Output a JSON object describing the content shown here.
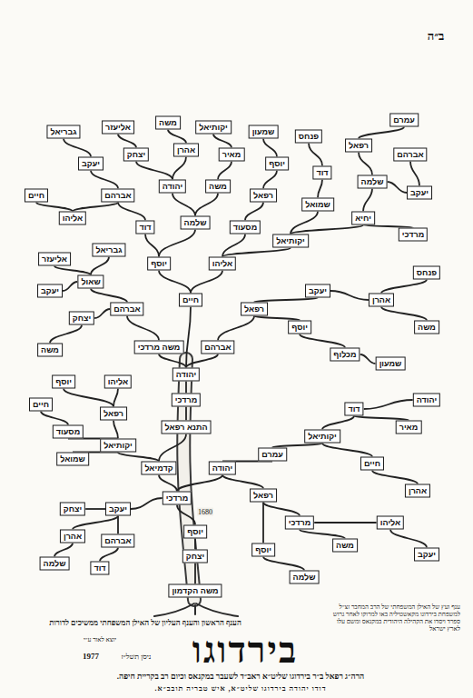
{
  "diagram": {
    "title": "בירדוגו",
    "nodes": [
      {
        "text": [
          "משה הקדמון"
        ]
      },
      {
        "text": [
          "יצחק"
        ]
      },
      {
        "text": [
          "יוסף"
        ]
      },
      {
        "text": [
          "מרדכי"
        ]
      },
      {
        "text": [
          "קדמיאל"
        ]
      },
      {
        "text": [
          "יהודה"
        ]
      },
      {
        "text": [
          "התנא רפאל"
        ]
      },
      {
        "text": [
          "מרדכי"
        ]
      },
      {
        "text": [
          "יהודה"
        ]
      },
      {
        "text": [
          "משה מרדכי"
        ]
      },
      {
        "text": [
          "אברהם"
        ]
      },
      {
        "text": [
          "יעקב"
        ]
      },
      {
        "text": [
          "אהרן"
        ]
      },
      {
        "text": [
          "יצחק"
        ]
      },
      {
        "text": [
          "אברהם"
        ]
      },
      {
        "text": [
          "שלמה"
        ]
      },
      {
        "text": [
          "דוד"
        ]
      },
      {
        "text": [
          "יקותיאל"
        ]
      },
      {
        "text": [
          "מסעוד"
        ]
      },
      {
        "text": [
          "שמואל"
        ]
      },
      {
        "text": [
          "רפאל"
        ]
      },
      {
        "text": [
          "חיים"
        ]
      },
      {
        "text": [
          "יוסף"
        ]
      },
      {
        "text": [
          "אליהו"
        ]
      },
      {
        "text": [
          "רפאל"
        ]
      },
      {
        "text": [
          "מרדכי"
        ]
      },
      {
        "text": [
          "יוסף"
        ]
      },
      {
        "text": [
          "משה"
        ]
      },
      {
        "text": [
          "אליהו"
        ]
      },
      {
        "text": [
          "יעקב"
        ]
      },
      {
        "text": [
          "שלמה"
        ]
      },
      {
        "text": [
          "עמרם"
        ]
      },
      {
        "text": [
          "יקותיאל"
        ]
      },
      {
        "text": [
          "חיים"
        ]
      },
      {
        "text": [
          "אהרן"
        ]
      },
      {
        "text": [
          "דוד"
        ]
      },
      {
        "text": [
          "מאיר"
        ]
      },
      {
        "text": [
          "יהודה"
        ]
      },
      {
        "text": [
          "אברהם"
        ]
      },
      {
        "text": [
          "יצחק"
        ]
      },
      {
        "text": [
          "משה"
        ]
      },
      {
        "text": [
          "שאול"
        ]
      },
      {
        "text": [
          "יעקב"
        ]
      },
      {
        "text": [
          "אליעזר"
        ]
      },
      {
        "text": [
          "גבריאל"
        ]
      },
      {
        "text": [
          "רפאל"
        ]
      },
      {
        "text": [
          "יוסף"
        ]
      },
      {
        "text": [
          "מכלוף"
        ]
      },
      {
        "text": [
          "שמעון"
        ]
      },
      {
        "text": [
          "יעקב"
        ]
      },
      {
        "text": [
          "אהרן"
        ]
      },
      {
        "text": [
          "משה"
        ]
      },
      {
        "text": [
          "פנחס"
        ]
      },
      {
        "text": [
          "חיים"
        ]
      },
      {
        "text": [
          "יוסף"
        ]
      },
      {
        "text": [
          "אליהו"
        ]
      },
      {
        "text": [
          "דוד"
        ]
      },
      {
        "text": [
          "שלמה"
        ]
      },
      {
        "text": [
          "מסעוד"
        ]
      },
      {
        "text": [
          "יקותיאל"
        ]
      },
      {
        "text": [
          "אברהם"
        ]
      },
      {
        "text": [
          "יהודה"
        ]
      },
      {
        "text": [
          "משה"
        ]
      },
      {
        "text": [
          "רפאל"
        ]
      },
      {
        "text": [
          "שמואל"
        ]
      },
      {
        "text": [
          "יחיא"
        ]
      },
      {
        "text": [
          "מרדכי"
        ]
      },
      {
        "text": [
          "אליהו"
        ]
      },
      {
        "text": [
          "חיים"
        ]
      },
      {
        "text": [
          "יעקב"
        ]
      },
      {
        "text": [
          "יצחק"
        ]
      },
      {
        "text": [
          "אהרן"
        ]
      },
      {
        "text": [
          "מאיר"
        ]
      },
      {
        "text": [
          "יוסף"
        ]
      },
      {
        "text": [
          "דוד"
        ]
      },
      {
        "text": [
          "שלמה"
        ]
      },
      {
        "text": [
          "יעקב"
        ]
      },
      {
        "text": [
          "גבריאל"
        ]
      },
      {
        "text": [
          "אליעזר"
        ]
      },
      {
        "text": [
          "משה"
        ]
      },
      {
        "text": [
          "יקותיאל"
        ]
      },
      {
        "text": [
          "שמעון"
        ]
      },
      {
        "text": [
          "פנחס"
        ]
      },
      {
        "text": [
          "רפאל"
        ]
      },
      {
        "text": [
          "אברהם"
        ]
      },
      {
        "text": [
          "עמרם"
        ]
      }
    ],
    "edges": [
      {
        "from": 0,
        "to": 1,
        "arrow": "none"
      },
      {
        "from": 1,
        "to": 2,
        "arrow": "none"
      },
      {
        "from": 2,
        "to": 3,
        "arrow": "none"
      },
      {
        "from": 3,
        "to": 4,
        "arrow": "none"
      },
      {
        "from": 3,
        "to": 5,
        "arrow": "none"
      },
      {
        "from": 4,
        "to": 6,
        "arrow": "none"
      },
      {
        "from": 6,
        "to": 7,
        "arrow": "none"
      },
      {
        "from": 7,
        "to": 8,
        "arrow": "none"
      },
      {
        "from": 8,
        "to": 9,
        "arrow": "none"
      },
      {
        "from": 8,
        "to": 10,
        "arrow": "none"
      },
      {
        "from": 3,
        "to": 11,
        "arrow": "none"
      },
      {
        "from": 11,
        "to": 12,
        "arrow": "none"
      },
      {
        "from": 11,
        "to": 13,
        "arrow": "none"
      },
      {
        "from": 11,
        "to": 14,
        "arrow": "none"
      },
      {
        "from": 12,
        "to": 15,
        "arrow": "none"
      },
      {
        "from": 14,
        "to": 16,
        "arrow": "none"
      },
      {
        "from": 4,
        "to": 17,
        "arrow": "none"
      },
      {
        "from": 17,
        "to": 18,
        "arrow": "none"
      },
      {
        "from": 17,
        "to": 19,
        "arrow": "none"
      },
      {
        "from": 17,
        "to": 20,
        "arrow": "none"
      },
      {
        "from": 18,
        "to": 21,
        "arrow": "none"
      },
      {
        "from": 20,
        "to": 22,
        "arrow": "none"
      },
      {
        "from": 20,
        "to": 23,
        "arrow": "none"
      },
      {
        "from": 5,
        "to": 24,
        "arrow": "none"
      },
      {
        "from": 24,
        "to": 25,
        "arrow": "none"
      },
      {
        "from": 24,
        "to": 26,
        "arrow": "none"
      },
      {
        "from": 25,
        "to": 27,
        "arrow": "none"
      },
      {
        "from": 25,
        "to": 28,
        "arrow": "none"
      },
      {
        "from": 28,
        "to": 29,
        "arrow": "none"
      },
      {
        "from": 26,
        "to": 30,
        "arrow": "none"
      },
      {
        "from": 5,
        "to": 31,
        "arrow": "none"
      },
      {
        "from": 31,
        "to": 32,
        "arrow": "none"
      },
      {
        "from": 32,
        "to": 33,
        "arrow": "none"
      },
      {
        "from": 33,
        "to": 34,
        "arrow": "none"
      },
      {
        "from": 32,
        "to": 35,
        "arrow": "none"
      },
      {
        "from": 35,
        "to": 36,
        "arrow": "none"
      },
      {
        "from": 35,
        "to": 37,
        "arrow": "none"
      },
      {
        "from": 9,
        "to": 38,
        "arrow": "none"
      },
      {
        "from": 38,
        "to": 39,
        "arrow": "none"
      },
      {
        "from": 39,
        "to": 40,
        "arrow": "none"
      },
      {
        "from": 38,
        "to": 41,
        "arrow": "none"
      },
      {
        "from": 41,
        "to": 42,
        "arrow": "none"
      },
      {
        "from": 41,
        "to": 43,
        "arrow": "none"
      },
      {
        "from": 41,
        "to": 44,
        "arrow": "none"
      },
      {
        "from": 10,
        "to": 45,
        "arrow": "none"
      },
      {
        "from": 45,
        "to": 46,
        "arrow": "none"
      },
      {
        "from": 46,
        "to": 47,
        "arrow": "none"
      },
      {
        "from": 47,
        "to": 48,
        "arrow": "none"
      },
      {
        "from": 45,
        "to": 49,
        "arrow": "none"
      },
      {
        "from": 49,
        "to": 50,
        "arrow": "none"
      },
      {
        "from": 50,
        "to": 51,
        "arrow": "none"
      },
      {
        "from": 50,
        "to": 52,
        "arrow": "none"
      },
      {
        "from": 8,
        "to": 53,
        "arrow": "none"
      },
      {
        "from": 53,
        "to": 54,
        "arrow": "none"
      },
      {
        "from": 53,
        "to": 55,
        "arrow": "none"
      },
      {
        "from": 54,
        "to": 56,
        "arrow": "none"
      },
      {
        "from": 54,
        "to": 57,
        "arrow": "none"
      },
      {
        "from": 55,
        "to": 58,
        "arrow": "none"
      },
      {
        "from": 55,
        "to": 59,
        "arrow": "none"
      },
      {
        "from": 56,
        "to": 60,
        "arrow": "none"
      },
      {
        "from": 57,
        "to": 61,
        "arrow": "none"
      },
      {
        "from": 57,
        "to": 62,
        "arrow": "none"
      },
      {
        "from": 58,
        "to": 63,
        "arrow": "none"
      },
      {
        "from": 59,
        "to": 64,
        "arrow": "none"
      },
      {
        "from": 59,
        "to": 65,
        "arrow": "none"
      },
      {
        "from": 65,
        "to": 66,
        "arrow": "none"
      },
      {
        "from": 60,
        "to": 67,
        "arrow": "none"
      },
      {
        "from": 67,
        "to": 68,
        "arrow": "none"
      },
      {
        "from": 60,
        "to": 69,
        "arrow": "none"
      },
      {
        "from": 61,
        "to": 70,
        "arrow": "none"
      },
      {
        "from": 61,
        "to": 71,
        "arrow": "none"
      },
      {
        "from": 62,
        "to": 72,
        "arrow": "none"
      },
      {
        "from": 63,
        "to": 73,
        "arrow": "none"
      },
      {
        "from": 64,
        "to": 74,
        "arrow": "none"
      },
      {
        "from": 65,
        "to": 75,
        "arrow": "none"
      },
      {
        "from": 75,
        "to": 76,
        "arrow": "none"
      },
      {
        "from": 69,
        "to": 77,
        "arrow": "none"
      },
      {
        "from": 70,
        "to": 78,
        "arrow": "none"
      },
      {
        "from": 71,
        "to": 79,
        "arrow": "none"
      },
      {
        "from": 72,
        "to": 80,
        "arrow": "none"
      },
      {
        "from": 73,
        "to": 81,
        "arrow": "none"
      },
      {
        "from": 74,
        "to": 82,
        "arrow": "none"
      },
      {
        "from": 75,
        "to": 83,
        "arrow": "none"
      },
      {
        "from": 76,
        "to": 84,
        "arrow": "none"
      },
      {
        "from": 83,
        "to": 85,
        "arrow": "none"
      }
    ],
    "labels": [
      "ב״ה",
      "1680",
      "הענף הראשון והענף העליון של האילן המשפחתי ממשיכים לדורות",
      "ענף ועץ של האילן המשפחתי של הרב המחבר זצ״ל למשפחת בירדוגו מקאשטיליה באו למרוקו לאחר גרוש ספרד ויסדו את הקהילה היהודית במקנאס ומשם עלו לארץ ישראל",
      "יוצא לאור ע״י",
      "1977",
      "ניסן תשל״ז",
      "הרה״ג רפאל ב״ר בירדוגו שליט״א ראב״ד לשעבר במקנאס וכיום רב בקריית חיפה.",
      "דודו יהודה בירדוגו שליט״א, איש טבריה תובב״א."
    ]
  }
}
